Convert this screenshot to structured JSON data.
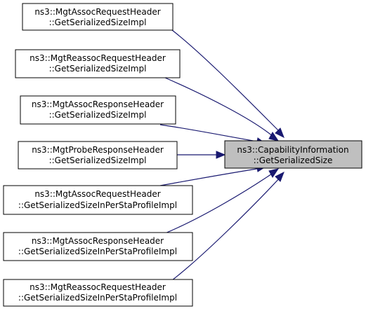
{
  "graph": {
    "edge_color": "#191970",
    "target_fill": "#bfbfbf",
    "target": {
      "line1": "ns3::CapabilityInformation",
      "line2": "::GetSerializedSize"
    },
    "callers": [
      {
        "line1": "ns3::MgtAssocRequestHeader",
        "line2": "::GetSerializedSizeImpl"
      },
      {
        "line1": "ns3::MgtReassocRequestHeader",
        "line2": "::GetSerializedSizeImpl"
      },
      {
        "line1": "ns3::MgtAssocResponseHeader",
        "line2": "::GetSerializedSizeImpl"
      },
      {
        "line1": "ns3::MgtProbeResponseHeader",
        "line2": "::GetSerializedSizeImpl"
      },
      {
        "line1": "ns3::MgtAssocRequestHeader",
        "line2": "::GetSerializedSizeInPerStaProfileImpl"
      },
      {
        "line1": "ns3::MgtAssocResponseHeader",
        "line2": "::GetSerializedSizeInPerStaProfileImpl"
      },
      {
        "line1": "ns3::MgtReassocRequestHeader",
        "line2": "::GetSerializedSizeInPerStaProfileImpl"
      }
    ]
  }
}
